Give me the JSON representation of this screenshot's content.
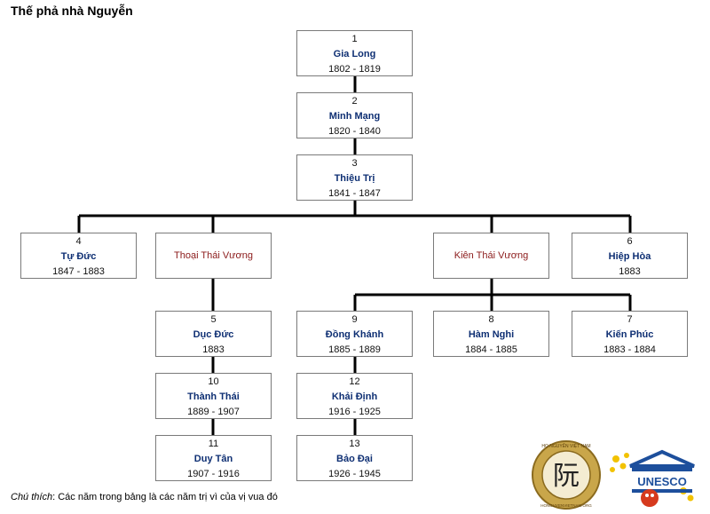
{
  "title": "Thế phả nhà Nguyễn",
  "nodes": {
    "n1": {
      "num": "1",
      "name": "Gia Long",
      "years": "1802 - 1819"
    },
    "n2": {
      "num": "2",
      "name": "Minh Mạng",
      "years": "1820 - 1840"
    },
    "n3": {
      "num": "3",
      "name": "Thiệu Trị",
      "years": "1841 - 1847"
    },
    "n4": {
      "num": "4",
      "name": "Tự Đức",
      "years": "1847 - 1883"
    },
    "p1": {
      "name": "Thoại Thái Vương"
    },
    "p2": {
      "name": "Kiên Thái Vương"
    },
    "n6": {
      "num": "6",
      "name": "Hiệp Hòa",
      "years": "1883"
    },
    "n5": {
      "num": "5",
      "name": "Dục Đức",
      "years": "1883"
    },
    "n9": {
      "num": "9",
      "name": "Đồng Khánh",
      "years": "1885 - 1889"
    },
    "n8": {
      "num": "8",
      "name": "Hàm Nghi",
      "years": "1884 - 1885"
    },
    "n7": {
      "num": "7",
      "name": "Kiến Phúc",
      "years": "1883 - 1884"
    },
    "n10": {
      "num": "10",
      "name": "Thành Thái",
      "years": "1889 - 1907"
    },
    "n12": {
      "num": "12",
      "name": "Khải Định",
      "years": "1916 - 1925"
    },
    "n11": {
      "num": "11",
      "name": "Duy Tân",
      "years": "1907 - 1916"
    },
    "n13": {
      "num": "13",
      "name": "Bảo Đại",
      "years": "1926 - 1945"
    }
  },
  "note": {
    "label": "Chú thích",
    "text": ": Các năm trong bảng là các năm trị vì của vị vua đó"
  },
  "logos": {
    "seal_text_top": "HỌ NGUYỄN VIỆT NAM",
    "seal_text_bottom": "HONGUYENVIETNAM.ORG",
    "seal_glyph": "阮",
    "unesco_text": "UNESCO"
  },
  "colors": {
    "name_text": "#0e2f73",
    "prince_text": "#8b1a1a",
    "border": "#7a7a7a",
    "connector": "#000000"
  }
}
